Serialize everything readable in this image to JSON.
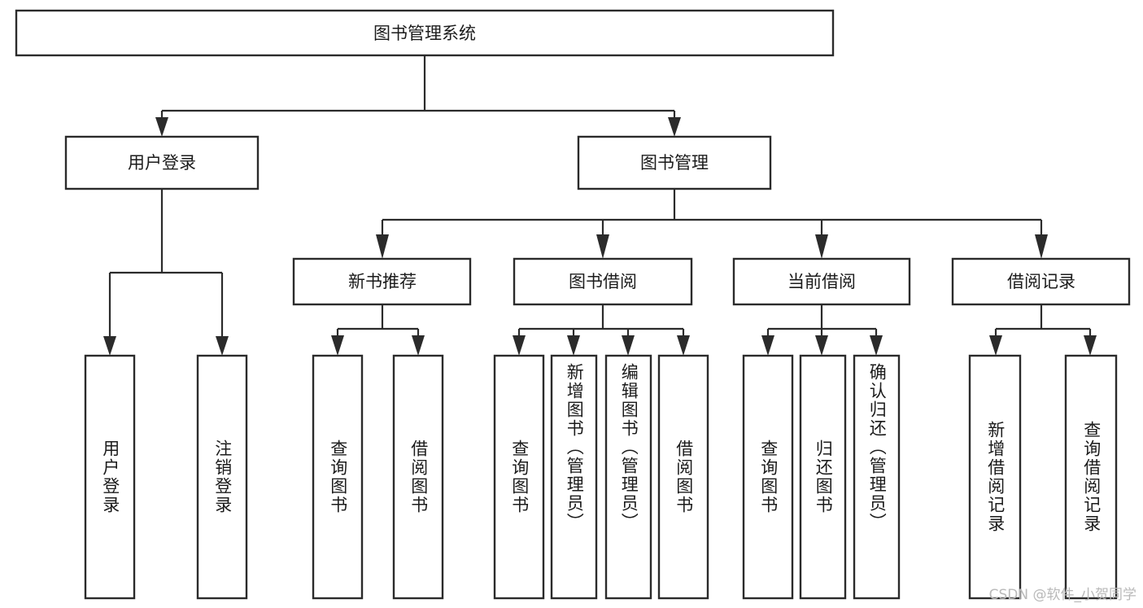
{
  "diagram": {
    "type": "hierarchy-tree",
    "title": "图书管理系统",
    "watermark": "CSDN @软件_小贺同学",
    "colors": {
      "box_stroke": "#2b2b2b",
      "box_fill": "#ffffff",
      "text": "#1b1b1b",
      "background": "#ffffff",
      "watermark": "#b9b9b9"
    },
    "root": {
      "label": "图书管理系统"
    },
    "level2": [
      {
        "label": "用户登录"
      },
      {
        "label": "图书管理"
      }
    ],
    "level3": [
      {
        "label": "新书推荐"
      },
      {
        "label": "图书借阅"
      },
      {
        "label": "当前借阅"
      },
      {
        "label": "借阅记录"
      }
    ],
    "leaves": {
      "user_login": [
        {
          "label": "用户登录"
        },
        {
          "label": "注销登录"
        }
      ],
      "new_book_recommend": [
        {
          "label": "查询图书"
        },
        {
          "label": "借阅图书"
        }
      ],
      "book_borrow": [
        {
          "label": "查询图书"
        },
        {
          "label": "新增图书（管理员）"
        },
        {
          "label": "编辑图书（管理员）"
        },
        {
          "label": "借阅图书"
        }
      ],
      "current_borrow": [
        {
          "label": "查询图书"
        },
        {
          "label": "归还图书"
        },
        {
          "label": "确认归还（管理员）"
        }
      ],
      "borrow_record": [
        {
          "label": "新增借阅记录"
        },
        {
          "label": "查询借阅记录"
        }
      ]
    }
  }
}
